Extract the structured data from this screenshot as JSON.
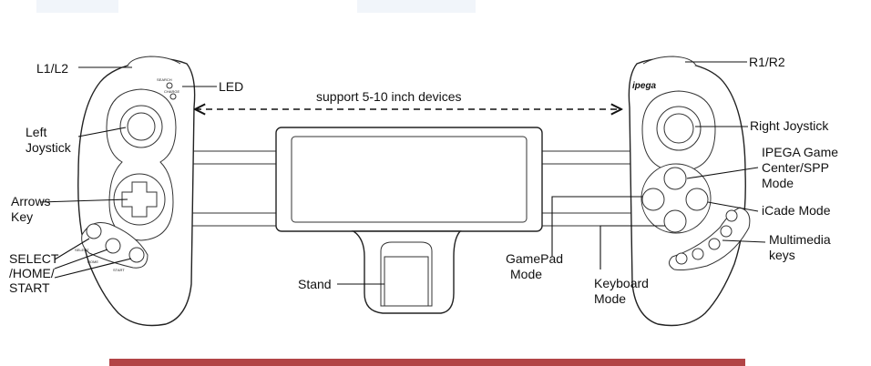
{
  "labels": {
    "l1l2": "L1/L2",
    "led": "LED",
    "search": "SEARCH",
    "charge": "CHARGE",
    "support": "support 5-10 inch devices",
    "left_joystick": [
      "Left",
      "Joystick"
    ],
    "arrows_key": [
      "Arrows",
      "Key"
    ],
    "select_home_start": [
      "SELECT",
      "/HOME/",
      "START"
    ],
    "select_small": "SELECT",
    "home_small": "HOME",
    "start_small": "START",
    "stand": "Stand",
    "gamepad_mode": [
      "GamePad",
      "Mode"
    ],
    "keyboard_mode": [
      "Keyboard",
      "Mode"
    ],
    "r1r2": "R1/R2",
    "brand": "ipega",
    "right_joystick": "Right Joystick",
    "ipega_game_center": [
      "IPEGA Game",
      "Center/SPP",
      "Mode"
    ],
    "icade_mode": "iCade Mode",
    "multimedia_keys": [
      "Multimedia",
      "keys"
    ]
  },
  "colors": {
    "bottom_bar": "#b24446",
    "line": "#111111"
  }
}
